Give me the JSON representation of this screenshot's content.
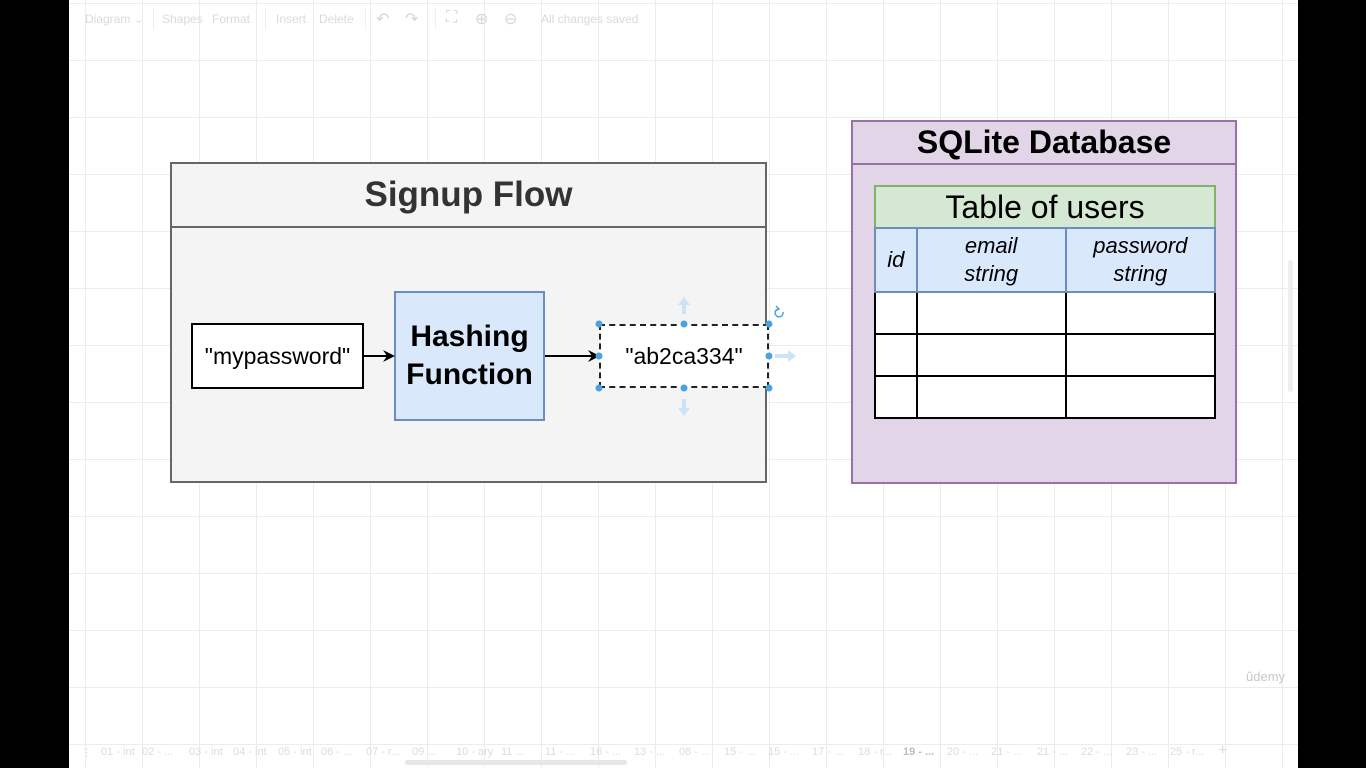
{
  "toolbar": {
    "diagram": "Diagram",
    "shapes": "Shapes",
    "format": "Format",
    "insert": "Insert",
    "delete": "Delete",
    "status": "All changes saved"
  },
  "signup_flow": {
    "title": "Signup Flow",
    "input_text": "\"mypassword\"",
    "hash_line1": "Hashing",
    "hash_line2": "Function",
    "output_text": "\"ab2ca334\""
  },
  "database": {
    "title": "SQLite Database",
    "table_title": "Table of users",
    "columns": [
      {
        "line1": "id",
        "line2": ""
      },
      {
        "line1": "email",
        "line2": "string"
      },
      {
        "line1": "password",
        "line2": "string"
      }
    ],
    "empty_rows": 3
  },
  "sheet_tabs": [
    "01 - int",
    "02 - ...",
    "03 - int",
    "04 - int",
    "05 - int",
    "06 - ...",
    "07 - r...",
    "09 ...",
    "10 - ary",
    "11 ...",
    "11 - ...",
    "16 - ...",
    "13 - ...",
    "08 - ...",
    "15 - ...",
    "15 - ...",
    "17 - ...",
    "18 - r...",
    "19 - ...",
    "20 - ...",
    "21 - ...",
    "21 - ...",
    "22 - ...",
    "23 - ...",
    "25 - r...",
    "+"
  ],
  "active_tab": "19 - ...",
  "watermark": "ûdemy",
  "icons": {
    "undo": "undo-icon",
    "redo": "redo-icon",
    "fullscreen": "fullscreen-icon",
    "zoom_in": "zoom-in-icon",
    "zoom_out": "zoom-out-icon",
    "rotate": "rotate-handle-icon",
    "add_page": "add-page-icon"
  },
  "colors": {
    "hash_fill": "#dae8fc",
    "hash_stroke": "#6c8ebf",
    "db_fill": "#e1d5e7",
    "db_stroke": "#9673a6",
    "table_title_fill": "#d5e8d4",
    "table_title_stroke": "#82b366",
    "selection_handle": "#4aa3df"
  }
}
